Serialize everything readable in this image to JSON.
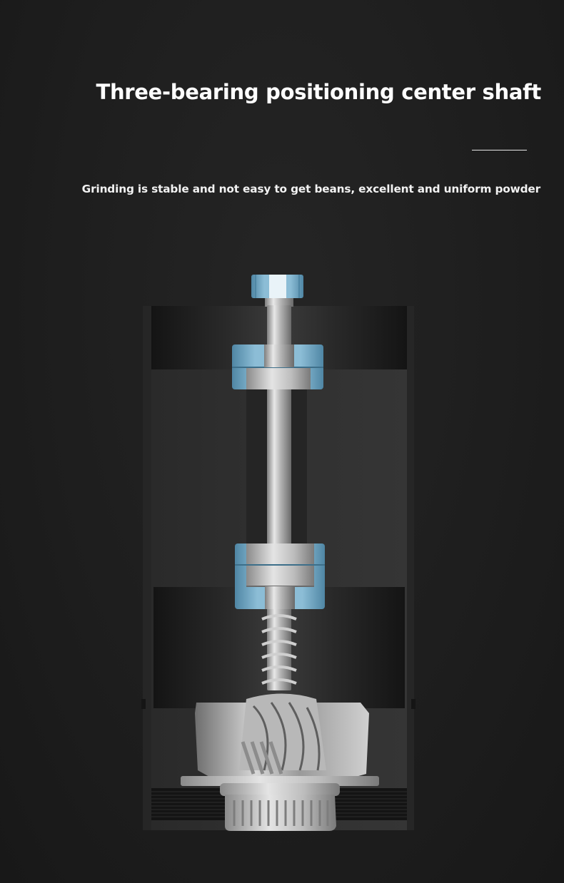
{
  "heading": {
    "title": "Three-bearing positioning center shaft",
    "subtitle": "Grinding is stable and not easy to get beans, excellent and uniform powder"
  },
  "illustration": {
    "subject": "grinder-cross-section",
    "parts": [
      "shaft",
      "top-cap",
      "upper-bearing",
      "middle-bearing",
      "spring",
      "conical-burr",
      "bottom-bearing-cup"
    ]
  },
  "colors": {
    "background": "#1e1e1e",
    "text": "#ffffff",
    "bearing_blue": "#6fa3c0",
    "metal": "#c4c4c4"
  }
}
